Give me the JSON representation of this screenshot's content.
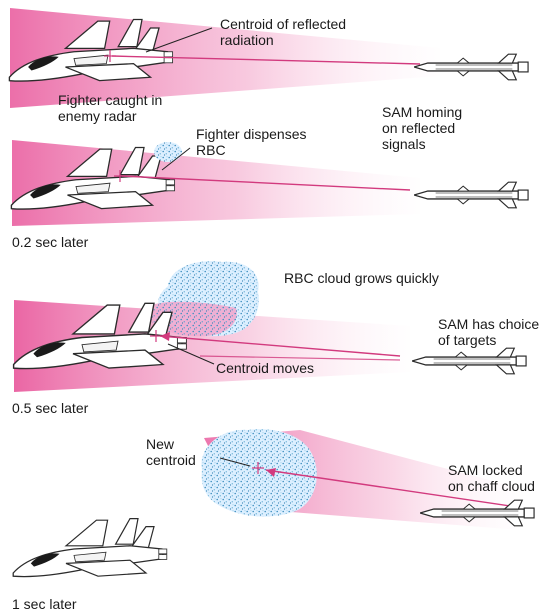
{
  "colors": {
    "beam": "#e8559a",
    "beam_light": "#fbe0ee",
    "aircraft": "#ffffff",
    "aircraft_outline": "#2b2b2b",
    "chaff": "#6fb3d6",
    "leader_line": "#222222"
  },
  "panels": [
    {
      "time_label": "",
      "labels": {
        "centroid": [
          "Centroid of reflected",
          "radiation"
        ],
        "fighter": [
          "Fighter caught in",
          "enemy radar"
        ]
      }
    },
    {
      "time_label": "0.2 sec later",
      "labels": {
        "dispense": [
          "Fighter dispenses",
          "RBC"
        ],
        "sam": [
          "SAM homing",
          "on reflected",
          "signals"
        ]
      }
    },
    {
      "time_label": "0.5 sec later",
      "labels": {
        "cloud": [
          "RBC cloud grows quickly"
        ],
        "sam": [
          "SAM has choice",
          "of targets"
        ],
        "centroid": [
          "Centroid moves"
        ]
      }
    },
    {
      "time_label": "1 sec later",
      "labels": {
        "new_centroid": [
          "New",
          "centroid"
        ],
        "sam": [
          "SAM locked",
          "on chaff cloud"
        ]
      }
    }
  ],
  "icons": [
    "fighter-jet-icon",
    "sam-missile-icon",
    "chaff-cloud-icon",
    "centroid-cross-icon"
  ]
}
